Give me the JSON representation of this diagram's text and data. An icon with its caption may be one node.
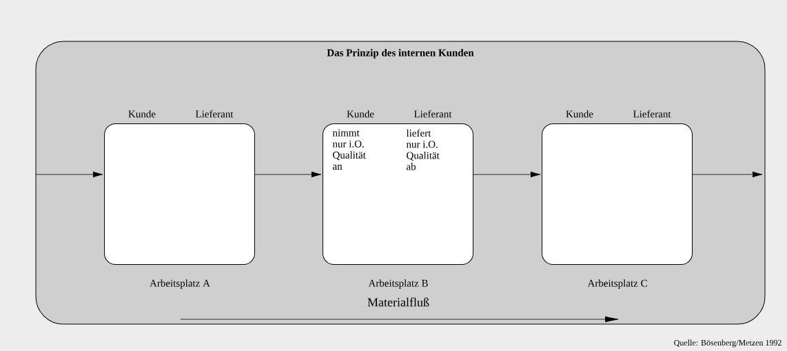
{
  "diagram": {
    "caption": "Quelle: Bösenberg/Metzen 1992",
    "nodes": [
      {
        "text": [
          "Das Prinzip des internen Kunden"
        ]
      },
      {
        "text": [
          "Kunde",
          "Lieferant"
        ],
        "beside": [
          "Arbeitsplatz A"
        ],
        "in": 0
      },
      {
        "text": [
          "Kunde",
          "Lieferant",
          "nimmt nur i.O. Qualität an",
          "liefert nur i.O. Qualität ab"
        ],
        "beside": [
          "Arbeitsplatz B"
        ],
        "in": 0
      },
      {
        "text": [
          "Kunde",
          "Lieferant"
        ],
        "beside": [
          "Arbeitsplatz C"
        ],
        "in": 0
      }
    ],
    "edges": [
      {
        "from": null,
        "to": 1,
        "arrow": "to"
      },
      {
        "from": 1,
        "to": 2,
        "arrow": "to"
      },
      {
        "from": 2,
        "to": 3,
        "arrow": "to"
      },
      {
        "from": 3,
        "to": null,
        "arrow": "to"
      }
    ],
    "labels": [
      "Materialfluß"
    ]
  }
}
